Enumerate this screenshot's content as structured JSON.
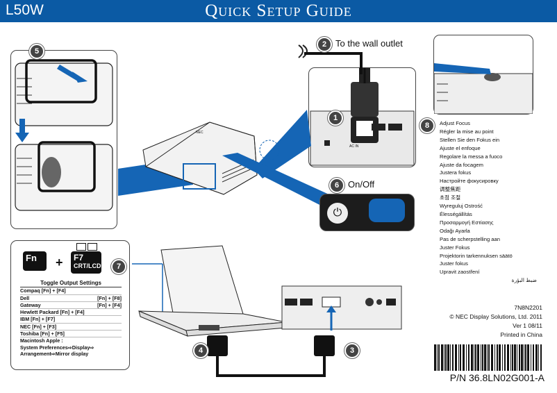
{
  "header": {
    "model": "L50W",
    "title": "Quick Setup Guide"
  },
  "steps": {
    "s1": "1",
    "s2": "2",
    "s3": "3",
    "s4": "4",
    "s5": "5",
    "s6": "6",
    "s7": "7",
    "s8": "8"
  },
  "captions": {
    "wall_outlet": "To the wall outlet",
    "on_off": "On/Off"
  },
  "keys": {
    "fn": "Fn",
    "plus": "+",
    "f7": "F7",
    "crt_lcd": "CRT/LCD"
  },
  "toggle": {
    "title": "Toggle Output Settings",
    "rows": [
      {
        "a": "Compaq [Fn] + [F4]",
        "b": ""
      },
      {
        "a": "Dell",
        "b": "[Fn] + [F8]"
      },
      {
        "a": "Gateway",
        "b": "[Fn] + [F4]"
      },
      {
        "a": "Hewlett Packard [Fn] + [F4]",
        "b": ""
      },
      {
        "a": "IBM [Fn] + [F7]",
        "b": ""
      },
      {
        "a": "NEC [Fn] + [F3]",
        "b": ""
      },
      {
        "a": "Toshiba [Fn] + [F5]",
        "b": ""
      },
      {
        "a": "Macintosh Apple :",
        "b": ""
      },
      {
        "a": "System Preferences⇨Display⇨",
        "b": ""
      },
      {
        "a": "Arrangement⇨Mirror display",
        "b": ""
      }
    ]
  },
  "focus_languages": [
    "Adjust Focus",
    "Régler la mise au point",
    "Stellen Sie den Fokus ein",
    "Ajuste el enfoque",
    "Regolare la messa a fuoco",
    "Ajuste da focagem",
    "Justera fokus",
    "Настройте фокусировку",
    "调整焦距",
    "초점 조절",
    "Wyreguluj Ostrość",
    "Élességállítás",
    "Προσαρμογή Εστίασης",
    "Odağı Ayarla",
    "Pas de scherpstelling aan",
    "Juster Fokus",
    "Projektorin tarkennuksen säätö",
    "Juster fokus",
    "Upravit zaostření",
    "ضبط البؤرة"
  ],
  "info": {
    "code": "7N8N2201",
    "copyright": "© NEC Display Solutions, Ltd. 2011",
    "version": "Ver 1 08/11",
    "printed": "Printed in China",
    "part_number": "P/N 36.8LN02G001-A"
  },
  "device_marks": {
    "brand": "NEC",
    "ac_in": "AC IN"
  },
  "colors": {
    "brand_blue": "#0b5aa4",
    "badge": "#444444"
  }
}
